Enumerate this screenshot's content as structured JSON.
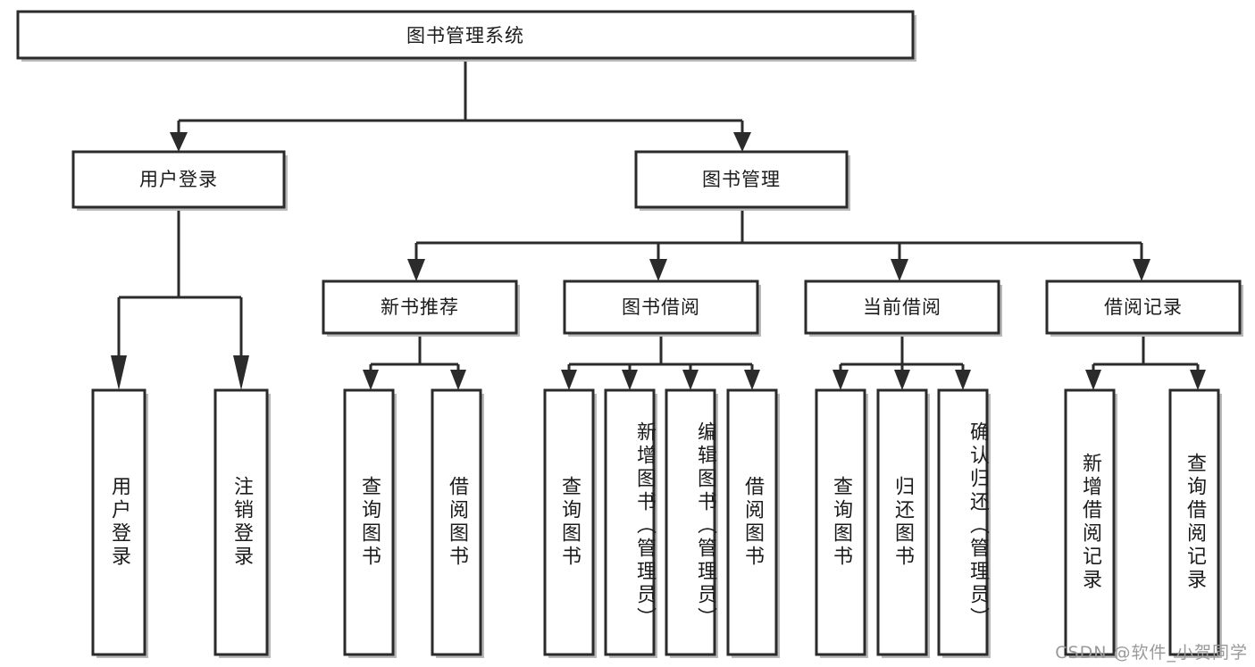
{
  "diagram": {
    "title_node": {
      "label": "图书管理系统"
    },
    "level2": [
      {
        "id": "user-login",
        "label": "用户登录"
      },
      {
        "id": "book-manage",
        "label": "图书管理"
      }
    ],
    "level3": [
      {
        "id": "new-book-recommend",
        "label": "新书推荐"
      },
      {
        "id": "book-borrow",
        "label": "图书借阅"
      },
      {
        "id": "current-borrow",
        "label": "当前借阅"
      },
      {
        "id": "borrow-record",
        "label": "借阅记录"
      }
    ],
    "leaves": {
      "user_login": [
        {
          "id": "leaf-user-login",
          "label": "用户登录"
        },
        {
          "id": "leaf-logout-login",
          "label": "注销登录"
        }
      ],
      "new_book_recommend": [
        {
          "id": "leaf-query-book-1",
          "label": "查询图书"
        },
        {
          "id": "leaf-borrow-book-1",
          "label": "借阅图书"
        }
      ],
      "book_borrow": [
        {
          "id": "leaf-query-book-2",
          "label": "查询图书"
        },
        {
          "id": "leaf-add-book",
          "label": "新增图书（管理员）"
        },
        {
          "id": "leaf-edit-book",
          "label": "编辑图书（管理员）"
        },
        {
          "id": "leaf-borrow-book-2",
          "label": "借阅图书"
        }
      ],
      "current_borrow": [
        {
          "id": "leaf-query-book-3",
          "label": "查询图书"
        },
        {
          "id": "leaf-return-book",
          "label": "归还图书"
        },
        {
          "id": "leaf-confirm-return",
          "label": "确认归还（管理员）"
        }
      ],
      "borrow_record": [
        {
          "id": "leaf-add-borrow-record",
          "label": "新增借阅记录"
        },
        {
          "id": "leaf-query-borrow-record",
          "label": "查询借阅记录"
        }
      ]
    },
    "colors": {
      "stroke": "#2b2b2b",
      "fill": "#ffffff",
      "text": "#1b1b1b",
      "watermark": "#9a9a9a"
    }
  },
  "watermark": {
    "text": "CSDN @软件_小贺同学"
  }
}
